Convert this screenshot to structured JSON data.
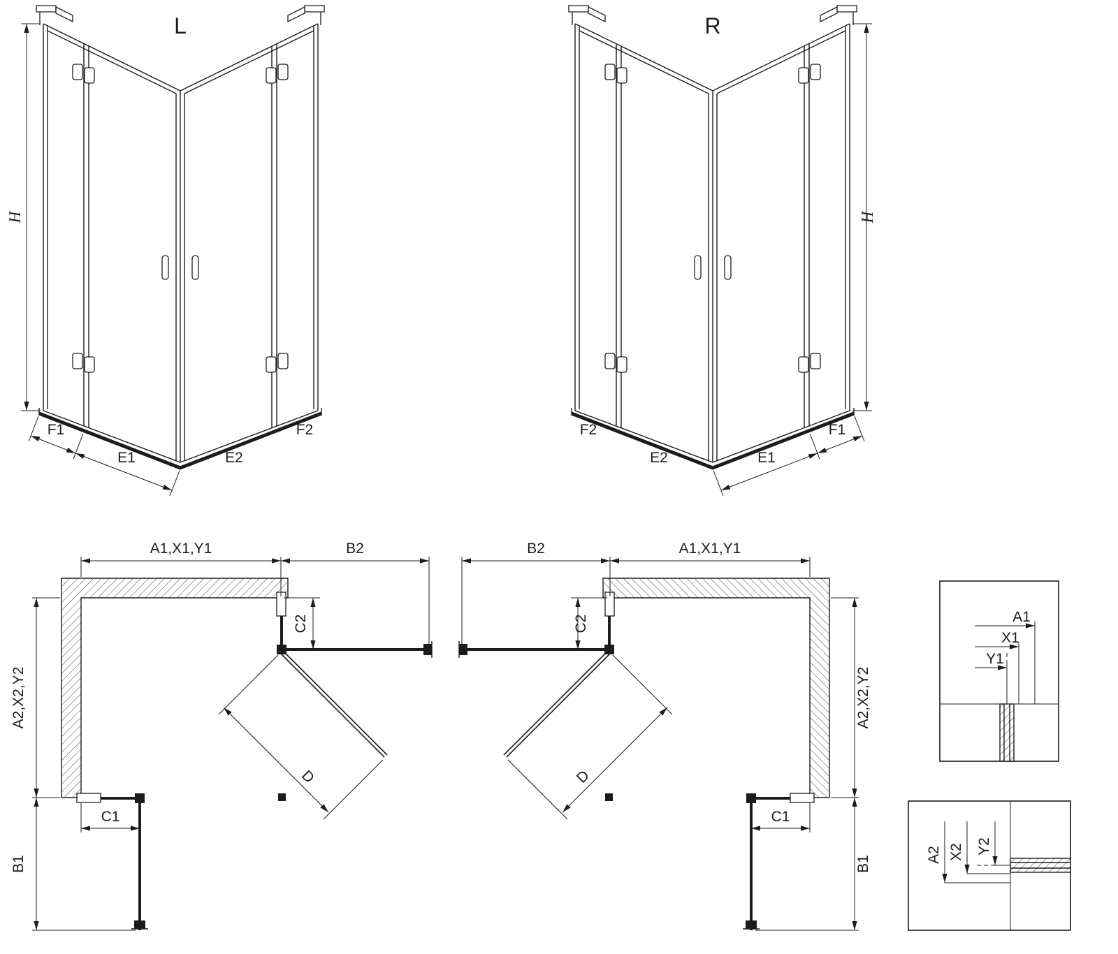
{
  "background": "#ffffff",
  "ink": "#1c1c1c",
  "iso_left": {
    "title": "L",
    "h": "H",
    "f1": "F1",
    "e1": "E1",
    "e2": "E2",
    "f2": "F2"
  },
  "iso_right": {
    "title": "R",
    "h": "H",
    "f1": "F1",
    "e1": "E1",
    "e2": "E2",
    "f2": "F2"
  },
  "plan_left": {
    "a1": "A1,X1,Y1",
    "b2": "B2",
    "c2": "C2",
    "a2": "A2,X2,Y2",
    "c1": "C1",
    "b1": "B1",
    "d": "D"
  },
  "plan_right": {
    "a1": "A1,X1,Y1",
    "b2": "B2",
    "c2": "C2",
    "a2": "A2,X2,Y2",
    "c1": "C1",
    "b1": "B1",
    "d": "D"
  },
  "detail_top": {
    "a1": "A1",
    "x1": "X1",
    "y1": "Y1"
  },
  "detail_bottom": {
    "a2": "A2",
    "x2": "X2",
    "y2": "Y2"
  }
}
